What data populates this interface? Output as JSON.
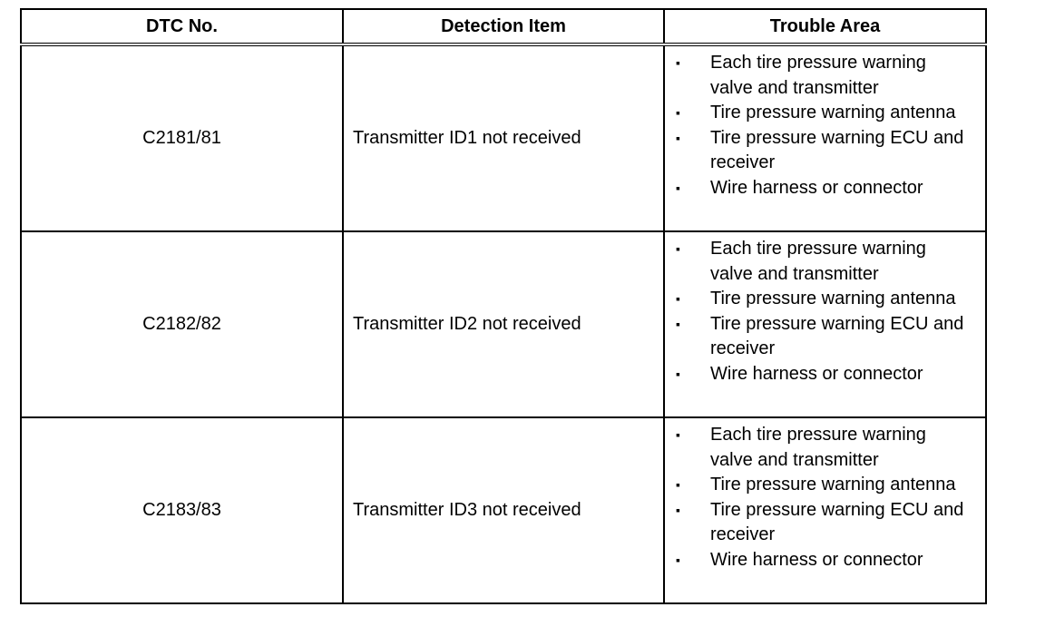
{
  "table": {
    "headers": [
      "DTC No.",
      "Detection Item",
      "Trouble Area"
    ],
    "bullet_glyph": "▪",
    "rows": [
      {
        "code": "C2181/81",
        "detection": "Transmitter ID1 not received",
        "trouble": [
          "Each tire pressure warning valve and transmitter",
          "Tire pressure warning antenna",
          "Tire pressure warning ECU and receiver",
          "Wire harness or connector"
        ]
      },
      {
        "code": "C2182/82",
        "detection": "Transmitter ID2 not received",
        "trouble": [
          "Each tire pressure warning valve and transmitter",
          "Tire pressure warning antenna",
          "Tire pressure warning ECU and receiver",
          "Wire harness or connector"
        ]
      },
      {
        "code": "C2183/83",
        "detection": "Transmitter ID3 not received",
        "trouble": [
          "Each tire pressure warning valve and transmitter",
          "Tire pressure warning antenna",
          "Tire pressure warning ECU and receiver",
          "Wire harness or connector"
        ]
      }
    ]
  }
}
